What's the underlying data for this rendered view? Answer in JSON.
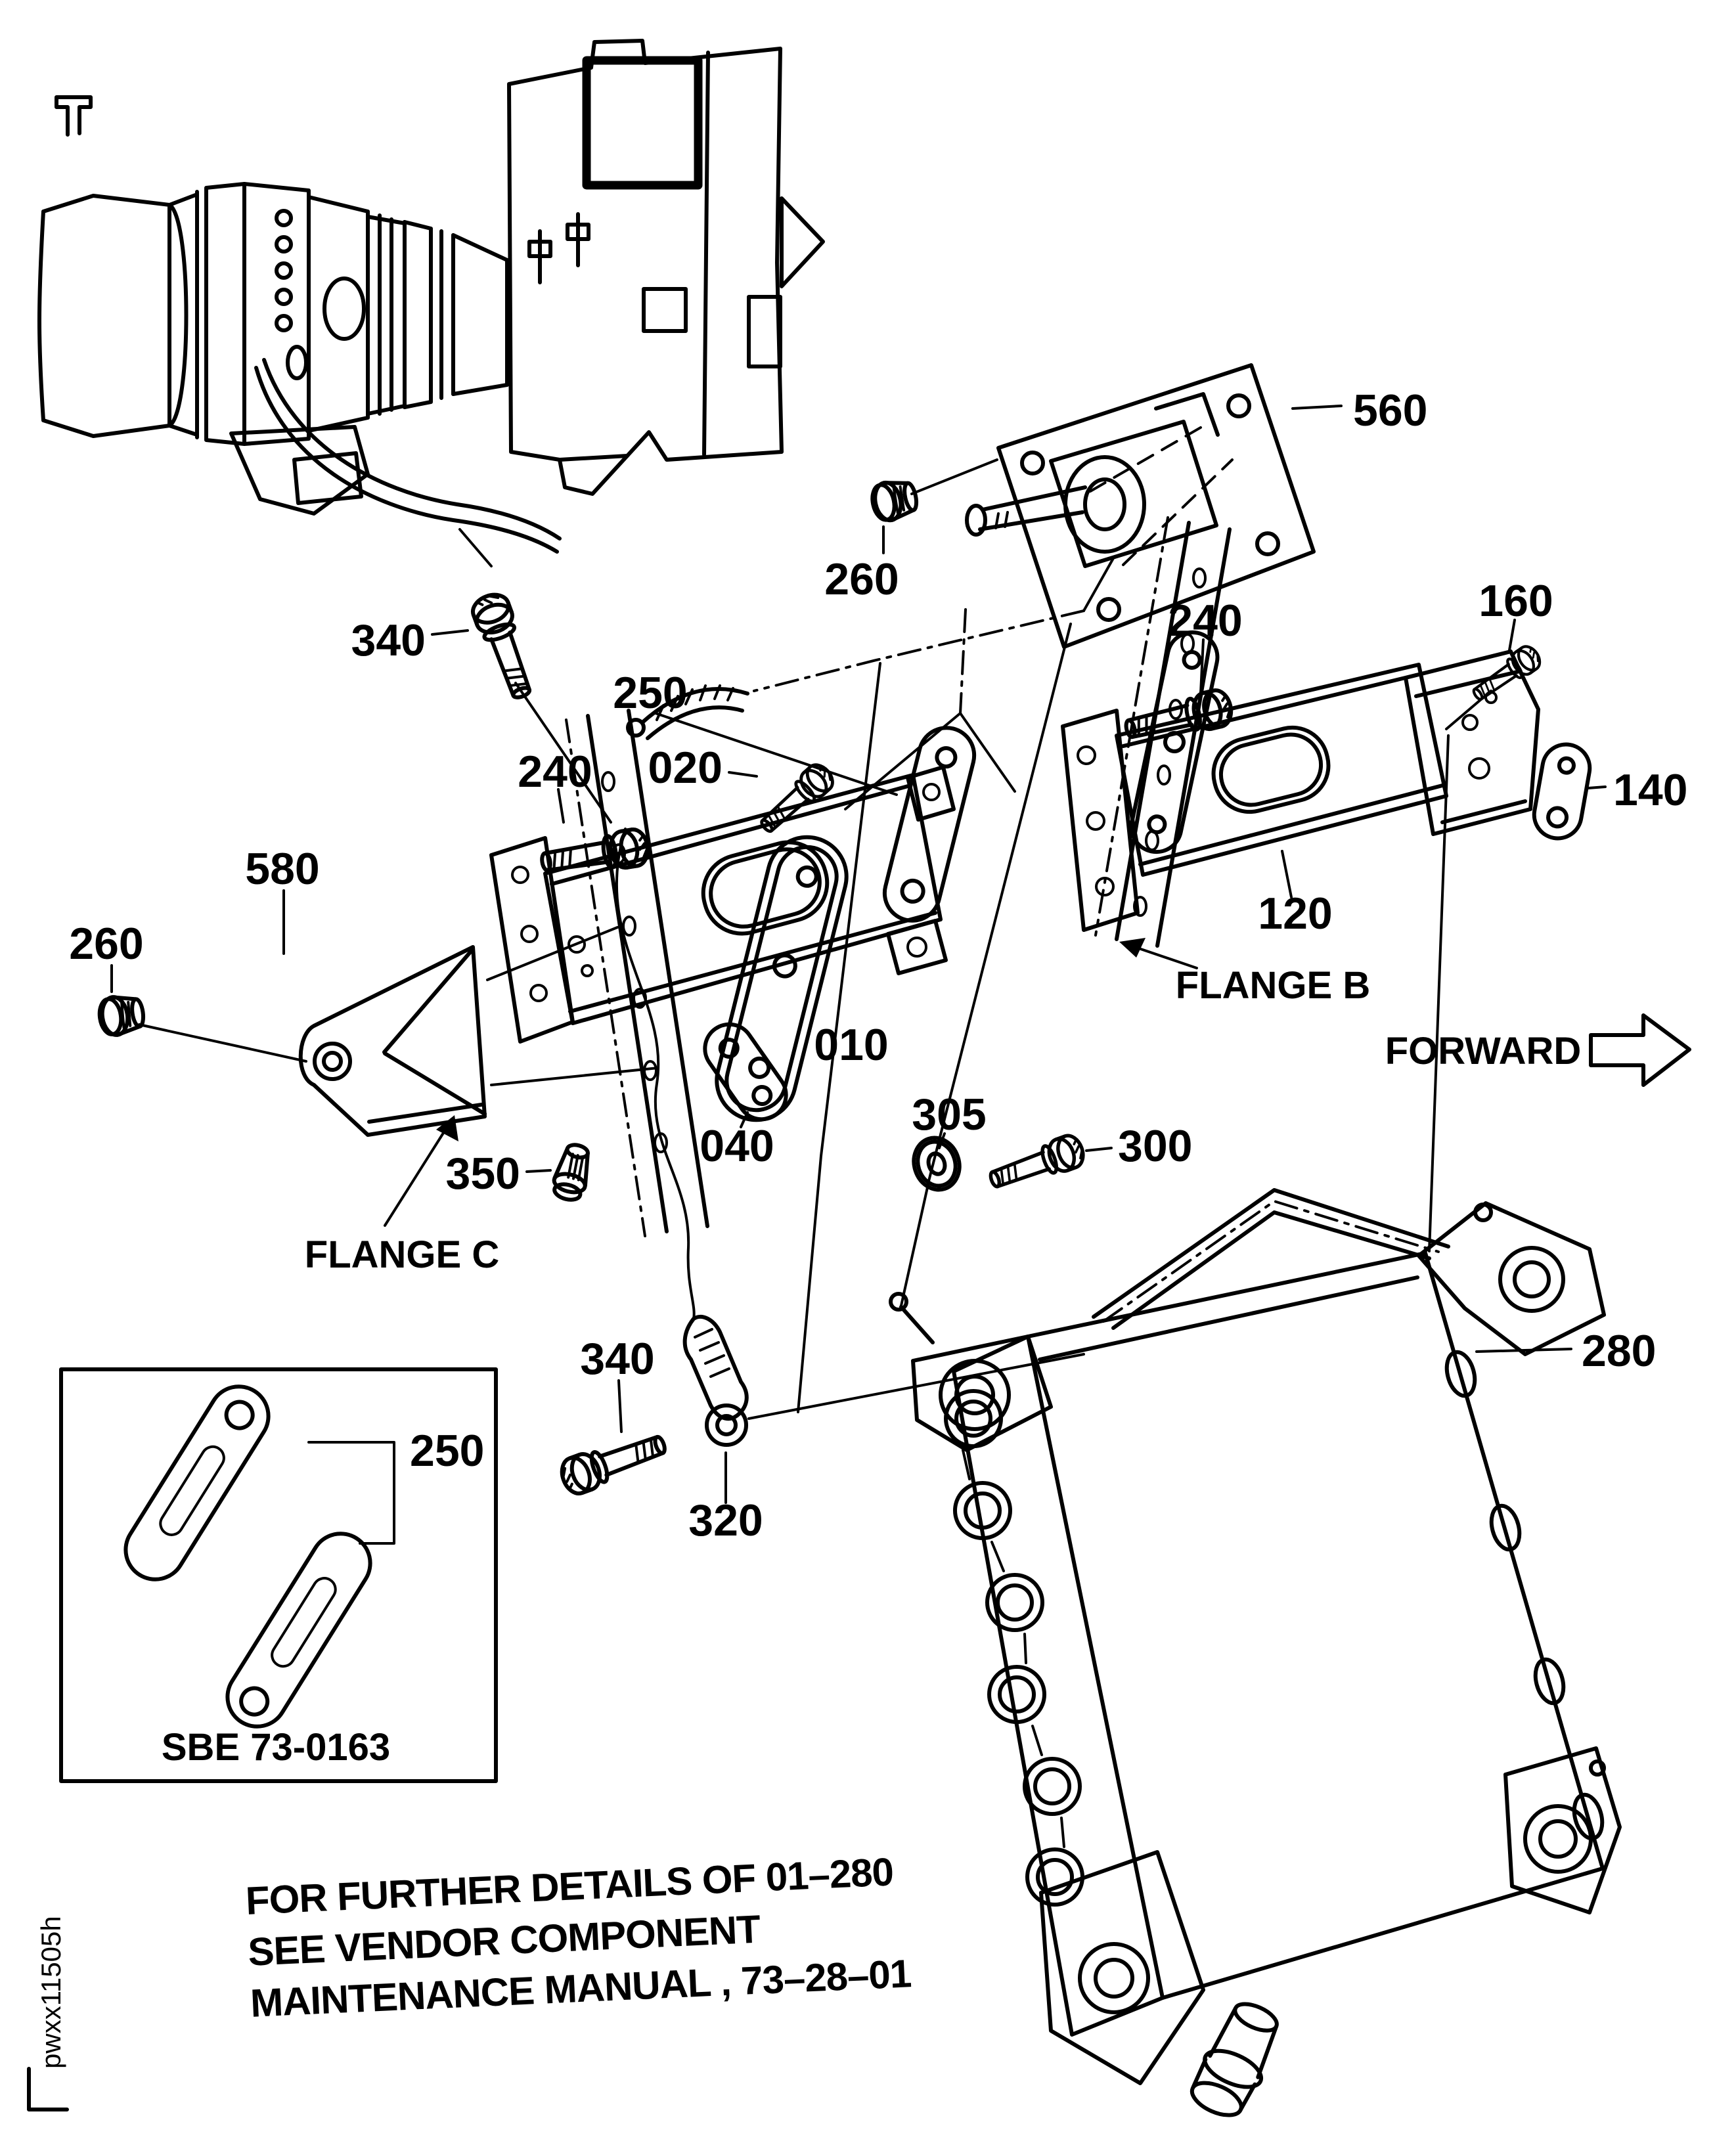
{
  "diagram": {
    "callouts": {
      "c560": "560",
      "c260_top": "260",
      "c340_top": "340",
      "c240_left": "240",
      "c020": "020",
      "c250_mid": "250",
      "c240_right": "240",
      "c160": "160",
      "c140": "140",
      "c120": "120",
      "c580": "580",
      "c260_left": "260",
      "c010": "010",
      "c040": "040",
      "c350": "350",
      "c305": "305",
      "c300": "300",
      "c280": "280",
      "c340_bottom": "340",
      "c320": "320",
      "c250_inset": "250"
    },
    "labels": {
      "flange_b": "FLANGE B",
      "flange_c": "FLANGE C",
      "forward": "FORWARD"
    },
    "inset": {
      "caption": "SBE 73-0163"
    },
    "note": {
      "line1": "FOR FURTHER DETAILS OF 01–280",
      "line2": "SEE VENDOR COMPONENT",
      "line3": "MAINTENANCE MANUAL , 73–28–01"
    },
    "footer": {
      "doc_code": "pwxx11505h"
    },
    "colors": {
      "ink": "#000000",
      "paper": "#ffffff"
    }
  }
}
